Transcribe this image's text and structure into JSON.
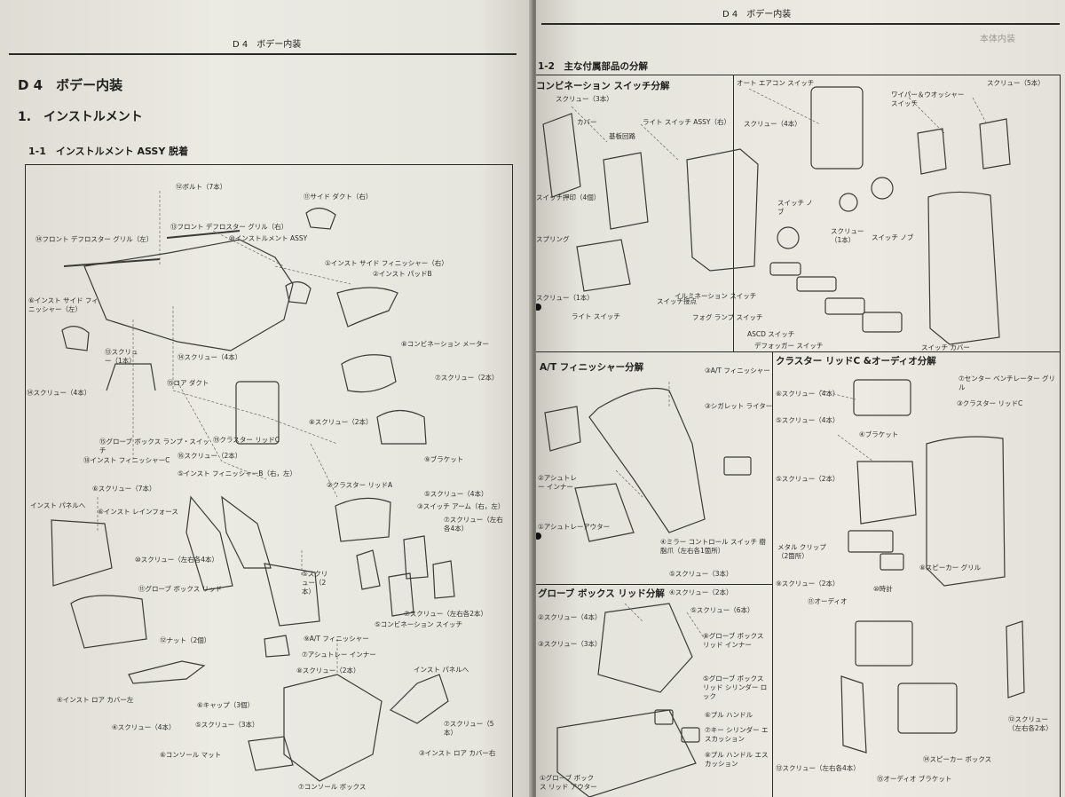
{
  "left_page": {
    "header": "D 4　ボデー内装",
    "section_title": "D 4　ボデー内装",
    "chapter_title": "1.　インストルメント",
    "subsection_title": "1-1　インストルメント ASSY 脱着",
    "callouts": [
      "⑫ボルト（7本）",
      "⑪サイド ダクト（右）",
      "⑬フロント デフロスター グリル（右）",
      "⑭フロント デフロスター グリル（左）",
      "⑩インストルメント ASSY",
      "①インスト サイド フィニッシャー（右）",
      "⑥インスト サイド フィニッシャー（左）",
      "②インスト パッドB",
      "⑬スクリュー（1本）",
      "⑭スクリュー（4本）",
      "⑮ロア ダクト",
      "⑭スクリュー（4本）",
      "⑮グローブ ボックス ランプ・スイッチ",
      "⑱インスト フィニッシャーC",
      "⑯スクリュー（2本）",
      "⑲クラスター リッドC",
      "⑧コンビネーション メーター",
      "⑦スクリュー（2本）",
      "⑧スクリュー（2本）",
      "⑨ブラケット",
      "⑤インスト フィニッシャーB（右，左）",
      "⑥スクリュー（7本）",
      "インスト パネルへ",
      "⑥インスト レインフォース",
      "⑩スクリュー（左右各4本）",
      "⑪グローブ ボックス リッド",
      "⑫ナット（2個）",
      "④インスト ロア カバー左",
      "④スクリュー（4本）",
      "⑥キャップ（3個）",
      "⑤スクリュー（3本）",
      "⑥コンソール マット",
      "⑦コンソール ボックス",
      "②クラスター リッドA",
      "⑤スクリュー（4本）",
      "③スイッチ アーム（右，左）",
      "⑦スクリュー（左右各4本）",
      "⑤スクリュー（2本）",
      "⑦スクリュー（左右各2本）",
      "⑤コンビネーション スイッチ",
      "⑨A/T フィニッシャー",
      "⑦アシュトレー インナー",
      "⑧スクリュー（2本）",
      "インスト パネルへ",
      "⑦スクリュー（5本）",
      "③インスト ロア カバー右"
    ]
  },
  "right_page": {
    "header": "D 4　ボデー内装",
    "side_tab": "本体内装",
    "section_title": "1-2　主な付属部品の分解",
    "boxes": [
      {
        "title": "コンビネーション スイッチ分解",
        "callouts": [
          "スクリュー（3本）",
          "カバー",
          "基板回路",
          "ライト スイッチ ASSY（右）",
          "スイッチ押印（4個）",
          "スプリング",
          "スクリュー（1本）",
          "ライト スイッチ",
          "スイッチ接点"
        ]
      },
      {
        "title": "",
        "callouts": [
          "オート エアコン スイッチ",
          "ワイパー＆ウオッシャー スイッチ",
          "スクリュー（5本）",
          "スクリュー（4本）",
          "スイッチ ノブ",
          "スクリュー（1本）",
          "スイッチ ノブ",
          "イルミネーション スイッチ",
          "フォグ ランプ スイッチ",
          "ASCD スイッチ",
          "デフォッガー スイッチ",
          "スイッチ カバー"
        ]
      },
      {
        "title": "A/T フィニッシャー分解",
        "callouts": [
          "③A/T フィニッシャー",
          "③シガレット ライター",
          "②アシュトレー インナー",
          "①アシュトレーアウター",
          "④ミラー コントロール スイッチ 樹脂爪（左右各1箇所）",
          "⑤スクリュー（3本）"
        ]
      },
      {
        "title": "クラスター リッドC &オーディオ分解",
        "callouts": [
          "⑥スクリュー（4本）",
          "⑦センター ベンチレーター グリル",
          "③クラスター リッドC",
          "⑤スクリュー（4本）",
          "④ブラケット",
          "⑤スクリュー（2本）",
          "メタル クリップ（2箇所）",
          "⑧スピーカー グリル",
          "⑨スクリュー（2本）",
          "⑩時計",
          "⑪オーディオ",
          "⑫スクリュー（左右各2本）",
          "⑬スクリュー（左右各4本）",
          "⑭スピーカー ボックス",
          "⑮オーディオ ブラケット"
        ]
      },
      {
        "title": "グローブ ボックス リッド分解",
        "callouts": [
          "④スクリュー（2本）",
          "②スクリュー（4本）",
          "⑤スクリュー（6本）",
          "③スクリュー（3本）",
          "⑧グローブ ボックス リッド インナー",
          "⑤グローブ ボックス リッド シリンダー ロック",
          "⑥プル ハンドル",
          "⑦キー シリンダー エスカッション",
          "⑧プル ハンドル エスカッション",
          "①グローブ ボックス リッド アウター"
        ]
      }
    ]
  },
  "colors": {
    "paper": "#e9e8e1",
    "ink": "#1e1e1c",
    "background": "#4a4a46"
  }
}
